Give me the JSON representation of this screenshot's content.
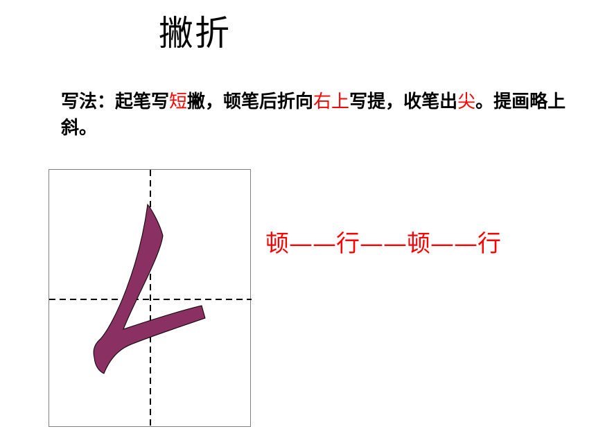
{
  "title": "撇折",
  "description": {
    "parts": [
      {
        "text": "写法：起笔写",
        "emphasis": false
      },
      {
        "text": "短",
        "emphasis": true
      },
      {
        "text": "撇，顿笔后折向",
        "emphasis": false
      },
      {
        "text": "右上",
        "emphasis": true
      },
      {
        "text": "写提，收笔出",
        "emphasis": false
      },
      {
        "text": "尖",
        "emphasis": true
      },
      {
        "text": "。提画略上斜。",
        "emphasis": false
      }
    ]
  },
  "rhythm": "顿——行——顿——行",
  "colors": {
    "emphasis": "#ff0000",
    "stroke_fill": "#8b3063",
    "grid_line": "#000000",
    "box_border": "#808080"
  }
}
